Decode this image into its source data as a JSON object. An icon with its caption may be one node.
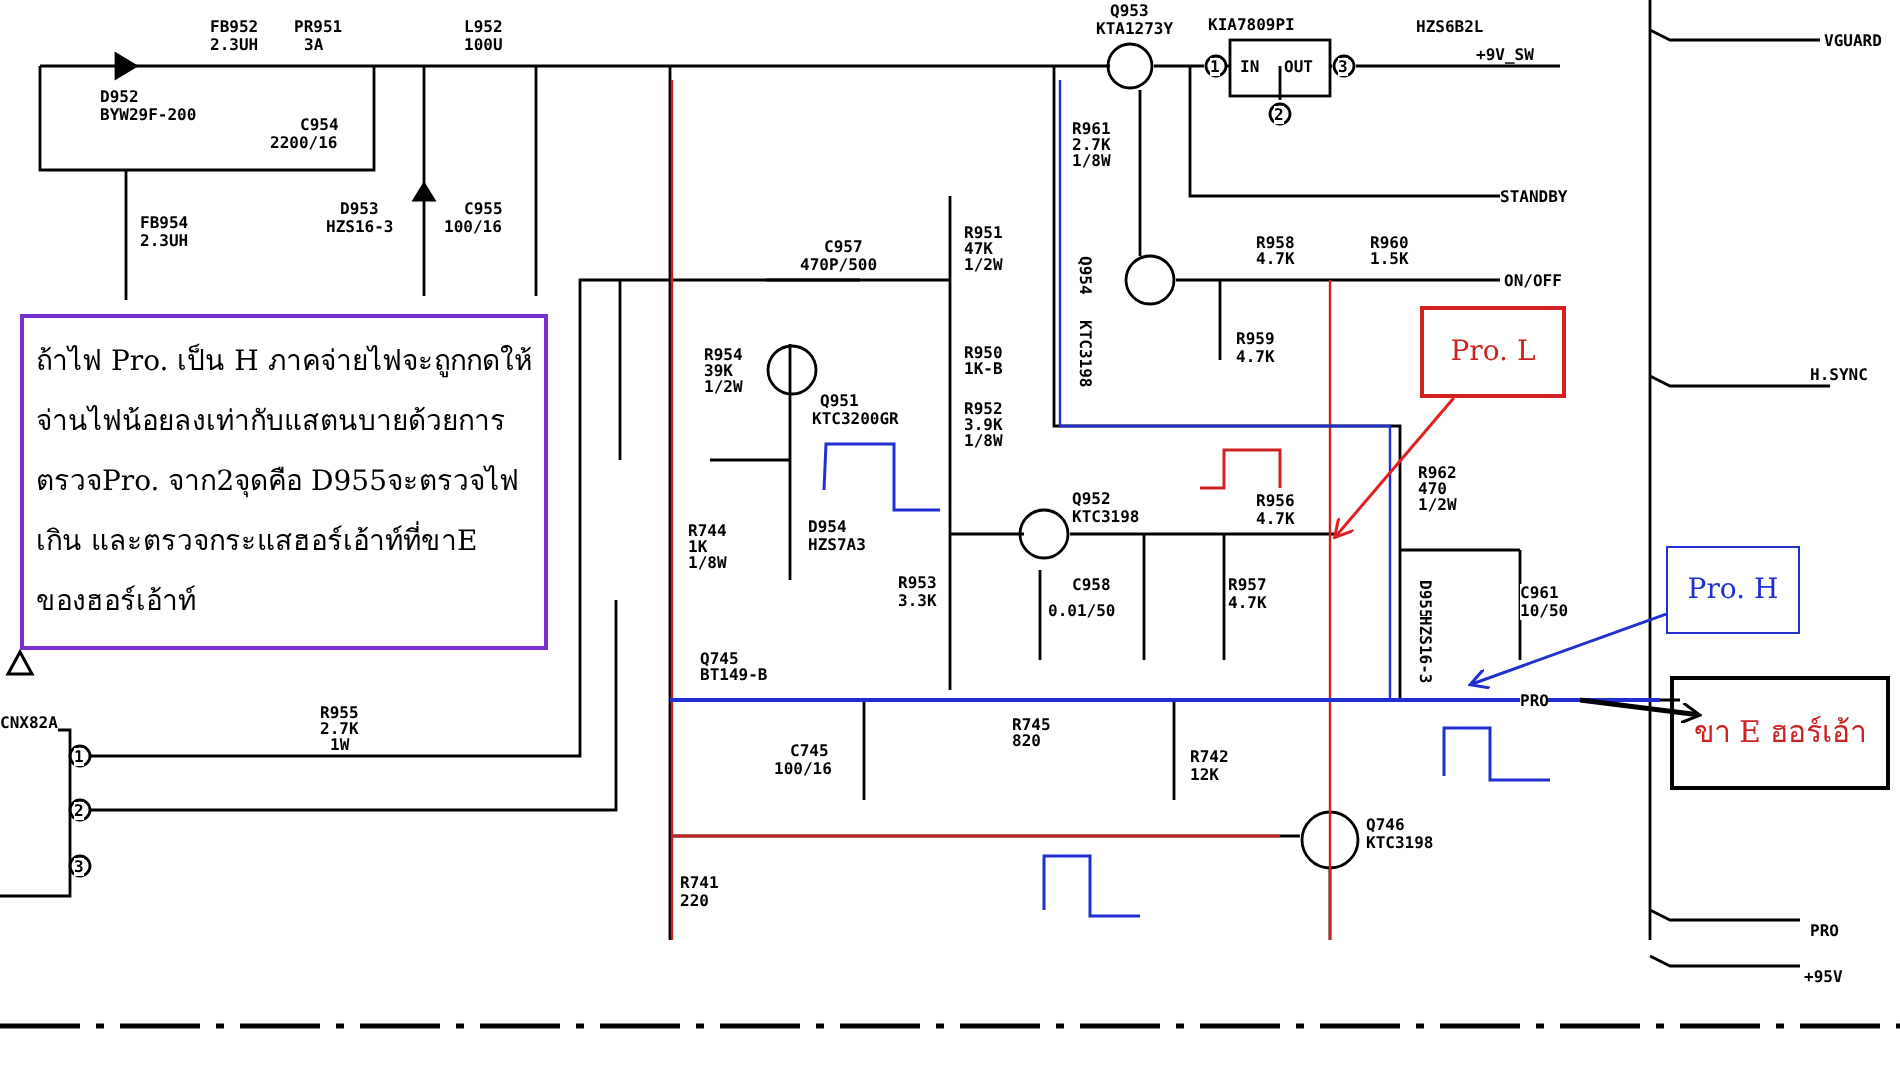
{
  "diagram": {
    "nodes": [
      {
        "text": [
          "Pro. L"
        ]
      },
      {
        "text": [
          "Pro. H"
        ]
      },
      {
        "text": [
          "ขา E ฮอร์เอ้า"
        ]
      },
      {
        "text": [
          "ถ้าไฟ Pro. เป็น H ภาคจ่ายไฟจะถูกกดให้จ่านไฟน้อยลงเท่ากับแสตนบายด้วยการตรวจPro. จาก2จุดคือ D955จะตรวจไฟเกิน และตรวจกระแสฮอร์เอ้าท์ที่ขาE ของฮอร์เอ้าท์"
        ]
      }
    ],
    "edges": [
      {
        "from": 0,
        "to": null,
        "arrow": "to",
        "color": "#e02020"
      },
      {
        "from": 1,
        "to": null,
        "arrow": "to",
        "color": "#2030d0"
      },
      {
        "from": null,
        "to": 2,
        "arrow": "to",
        "color": "#000000"
      }
    ],
    "labels": [
      "FB952",
      "2.3UH",
      "PR951",
      "3A",
      "L952",
      "100U",
      "D952",
      "BYW29F-200",
      "C954",
      "2200/16",
      "FB954",
      "2.3UH",
      "D953",
      "HZS16-3",
      "C955",
      "100/16",
      "Q953",
      "KTA1273Y",
      "KIA7809PI",
      "1",
      "IN",
      "OUT",
      "3",
      "2",
      "HZS6B2L",
      "+9V_SW",
      "VGUARD",
      "R961",
      "2.7K",
      "1/8W",
      "STANDBY",
      "R951",
      "47K",
      "1/2W",
      "C957",
      "470P/500",
      "Q954",
      "KTC3198",
      "R958",
      "4.7K",
      "R960",
      "1.5K",
      "ON/OFF",
      "R954",
      "39K",
      "1/2W",
      "Q951",
      "KTC3200GR",
      "R950",
      "1K-B",
      "R952",
      "3.9K",
      "1/8W",
      "R959",
      "4.7K",
      "H.SYNC",
      "Q952",
      "KTC3198",
      "R956",
      "4.7K",
      "R962",
      "470",
      "1/2W",
      "D954",
      "HZS7A3",
      "R744",
      "1K",
      "1/8W",
      "R953",
      "3.3K",
      "C958",
      "0.01/50",
      "R957",
      "4.7K",
      "D955",
      "HZS16-3",
      "C961",
      "10/50",
      "Q745",
      "BT149-B",
      "CNX82A",
      "1",
      "2",
      "3",
      "R955",
      "2.7K",
      "1W",
      "C745",
      "100/16",
      "R745",
      "820",
      "R742",
      "12K",
      "PRO",
      "Q746",
      "KTC3198",
      "R741",
      "220",
      "PRO",
      "+95V"
    ]
  }
}
